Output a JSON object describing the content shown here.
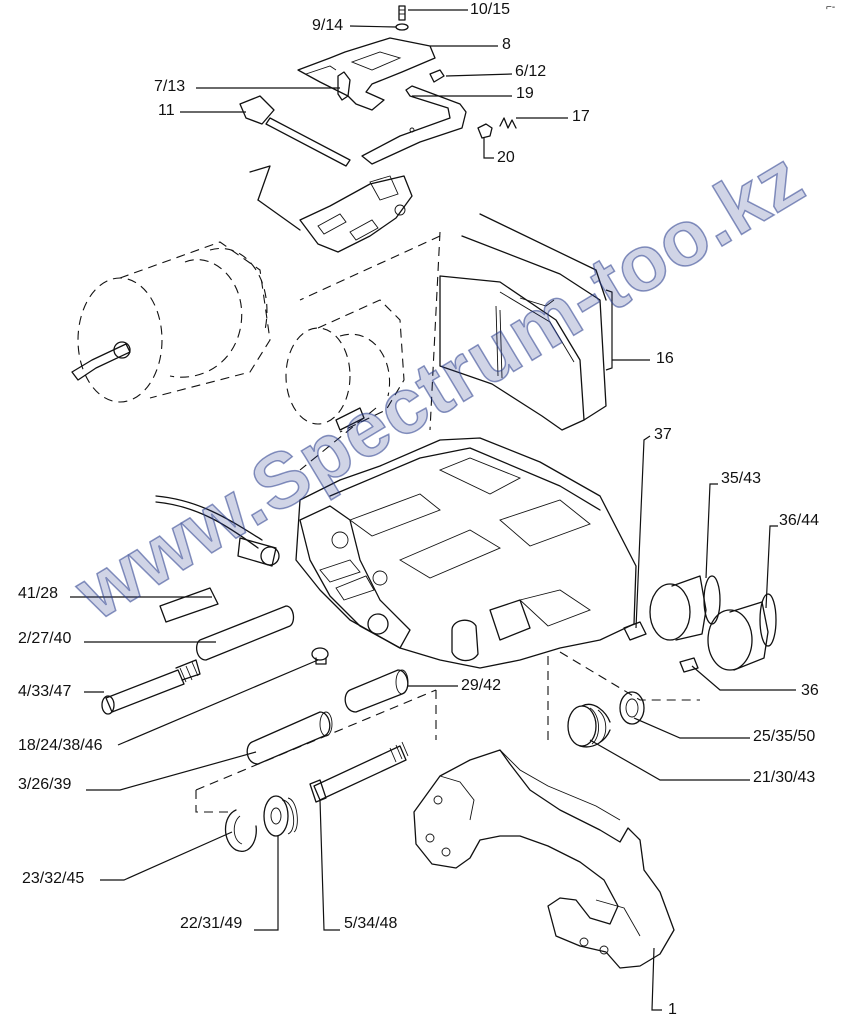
{
  "labels": {
    "l10_15": "10/15",
    "l9_14": "9/14",
    "l8": "8",
    "l7_13": "7/13",
    "l6_12": "6/12",
    "l19": "19",
    "l11": "11",
    "l17": "17",
    "l20": "20",
    "l16": "16",
    "l37": "37",
    "l35_43": "35/43",
    "l36_44": "36/44",
    "l41_28": "41/28",
    "l2_27_40": "2/27/40",
    "l4_33_47": "4/33/47",
    "l29_42": "29/42",
    "l36": "36",
    "l18_24_38_46": "18/24/38/46",
    "l25_35_50": "25/35/50",
    "l3_26_39": "3/26/39",
    "l21_30_43": "21/30/43",
    "l23_32_45": "23/32/45",
    "l22_31_49": "22/31/49",
    "l5_34_48": "5/34/48",
    "l1": "1"
  },
  "watermark": "www.Spectrum-too.kz",
  "corner_mark": "⌐-"
}
